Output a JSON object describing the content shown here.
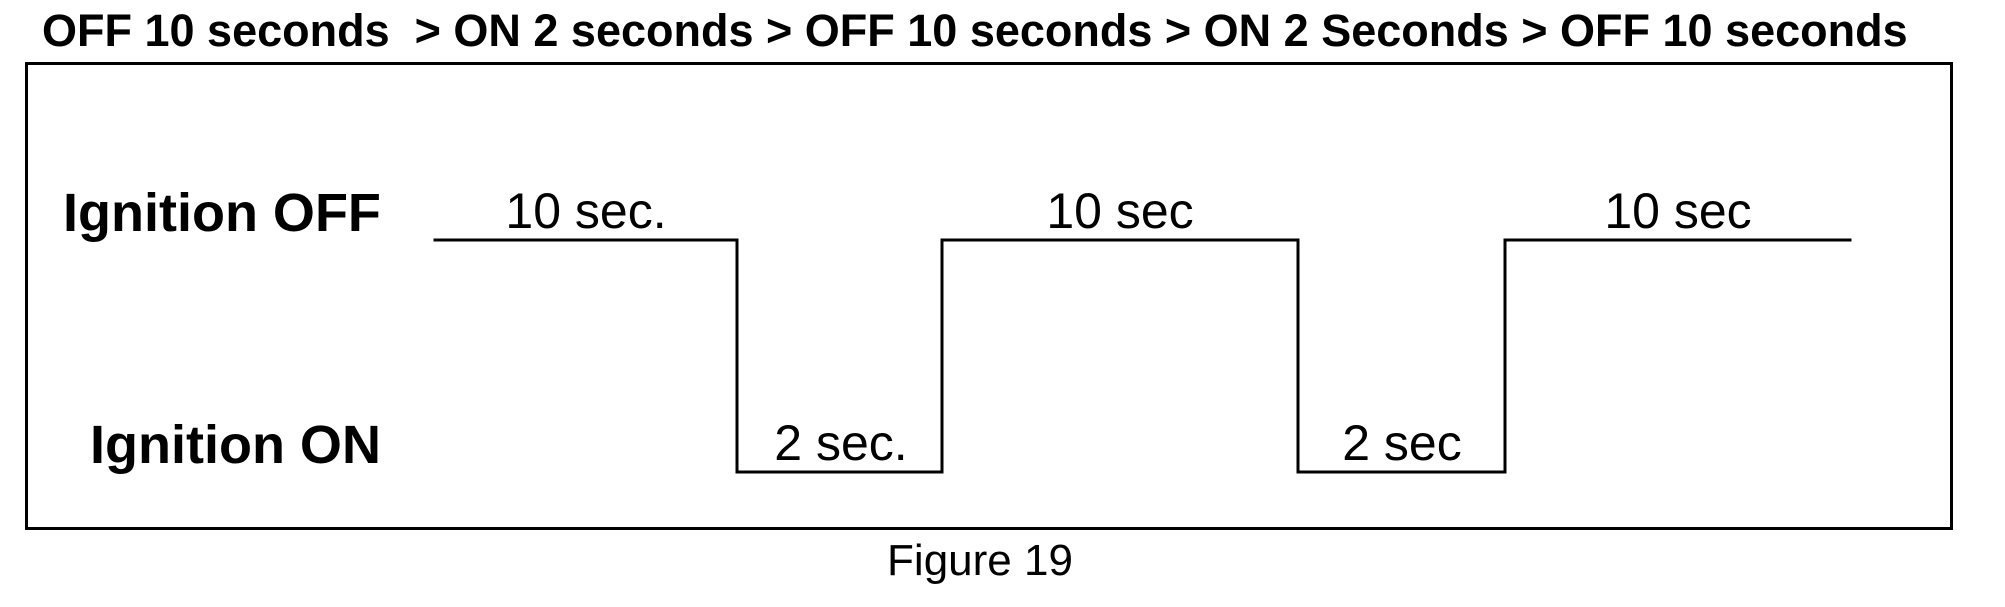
{
  "figure": {
    "title": "OFF 10 seconds  > ON 2 seconds > OFF 10 seconds > ON 2 Seconds > OFF 10 seconds",
    "caption": "Figure 19"
  },
  "diagram": {
    "row_labels": {
      "off": "Ignition OFF",
      "on": "Ignition ON"
    },
    "colors": {
      "line": "#000000",
      "text": "#000000",
      "background": "#ffffff"
    },
    "waveform": {
      "type": "timing",
      "states": [
        "OFF",
        "ON"
      ],
      "segments": [
        {
          "state": "OFF",
          "level": "high",
          "duration_seconds": 10,
          "label": "10 sec."
        },
        {
          "state": "ON",
          "level": "low",
          "duration_seconds": 2,
          "label": "2 sec."
        },
        {
          "state": "OFF",
          "level": "high",
          "duration_seconds": 10,
          "label": "10 sec"
        },
        {
          "state": "ON",
          "level": "low",
          "duration_seconds": 2,
          "label": "2 sec"
        },
        {
          "state": "OFF",
          "level": "high",
          "duration_seconds": 10,
          "label": "10 sec"
        }
      ]
    }
  }
}
